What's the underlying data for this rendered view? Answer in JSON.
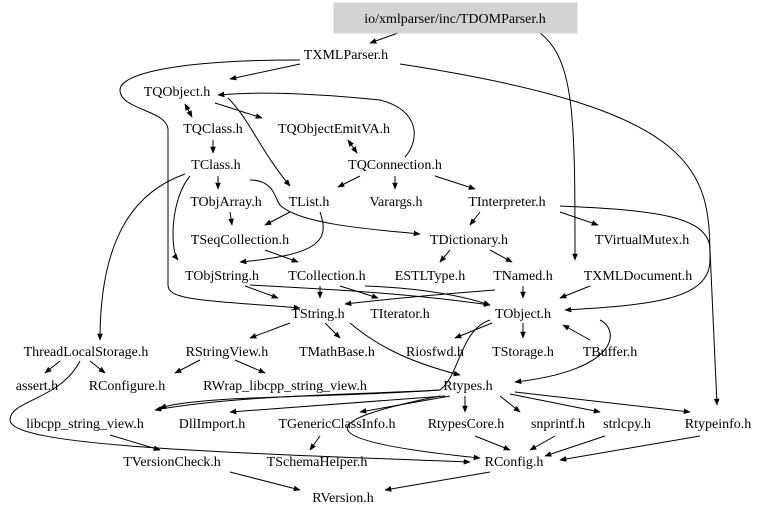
{
  "title": "io/xmlparser/inc/TDOMParser.h",
  "nodes": [
    {
      "id": "root",
      "label": "io/xmlparser/inc/TDOMParser.h",
      "root": true
    },
    {
      "id": "txmlparser",
      "label": "TXMLParser.h"
    },
    {
      "id": "tqobject",
      "label": "TQObject.h"
    },
    {
      "id": "tqclass",
      "label": "TQClass.h"
    },
    {
      "id": "tqobjectemitva",
      "label": "TQObjectEmitVA.h"
    },
    {
      "id": "tclass",
      "label": "TClass.h"
    },
    {
      "id": "tqconnection",
      "label": "TQConnection.h"
    },
    {
      "id": "tobjarray",
      "label": "TObjArray.h"
    },
    {
      "id": "tlist",
      "label": "TList.h"
    },
    {
      "id": "varargs",
      "label": "Varargs.h"
    },
    {
      "id": "tinterpreter",
      "label": "TInterpreter.h"
    },
    {
      "id": "tseqcollection",
      "label": "TSeqCollection.h"
    },
    {
      "id": "tdictionary",
      "label": "TDictionary.h"
    },
    {
      "id": "tvirtualmutex",
      "label": "TVirtualMutex.h"
    },
    {
      "id": "tobjstring",
      "label": "TObjString.h"
    },
    {
      "id": "tcollection",
      "label": "TCollection.h"
    },
    {
      "id": "estltype",
      "label": "ESTLType.h"
    },
    {
      "id": "tnamed",
      "label": "TNamed.h"
    },
    {
      "id": "txmldocument",
      "label": "TXMLDocument.h"
    },
    {
      "id": "tstring",
      "label": "TString.h"
    },
    {
      "id": "titerator",
      "label": "TIterator.h"
    },
    {
      "id": "tobject",
      "label": "TObject.h"
    },
    {
      "id": "threadlocalstorage",
      "label": "ThreadLocalStorage.h"
    },
    {
      "id": "rstringview",
      "label": "RStringView.h"
    },
    {
      "id": "tmathbase",
      "label": "TMathBase.h"
    },
    {
      "id": "riosfwd",
      "label": "Riosfwd.h"
    },
    {
      "id": "tstorage",
      "label": "TStorage.h"
    },
    {
      "id": "tbuffer",
      "label": "TBuffer.h"
    },
    {
      "id": "assert",
      "label": "assert.h"
    },
    {
      "id": "rconfigure",
      "label": "RConfigure.h"
    },
    {
      "id": "rwrap",
      "label": "RWrap_libcpp_string_view.h"
    },
    {
      "id": "rtypes",
      "label": "Rtypes.h"
    },
    {
      "id": "libcpp",
      "label": "libcpp_string_view.h"
    },
    {
      "id": "dllimport",
      "label": "DllImport.h"
    },
    {
      "id": "tgenericclassinfo",
      "label": "TGenericClassInfo.h"
    },
    {
      "id": "rtypescore",
      "label": "RtypesCore.h"
    },
    {
      "id": "snprintf",
      "label": "snprintf.h"
    },
    {
      "id": "strlcpy",
      "label": "strlcpy.h"
    },
    {
      "id": "rtypeinfo",
      "label": "Rtypeinfo.h"
    },
    {
      "id": "tversioncheck",
      "label": "TVersionCheck.h"
    },
    {
      "id": "tschemahelper",
      "label": "TSchemaHelper.h"
    },
    {
      "id": "rconfig",
      "label": "RConfig.h"
    },
    {
      "id": "rversion",
      "label": "RVersion.h"
    }
  ]
}
